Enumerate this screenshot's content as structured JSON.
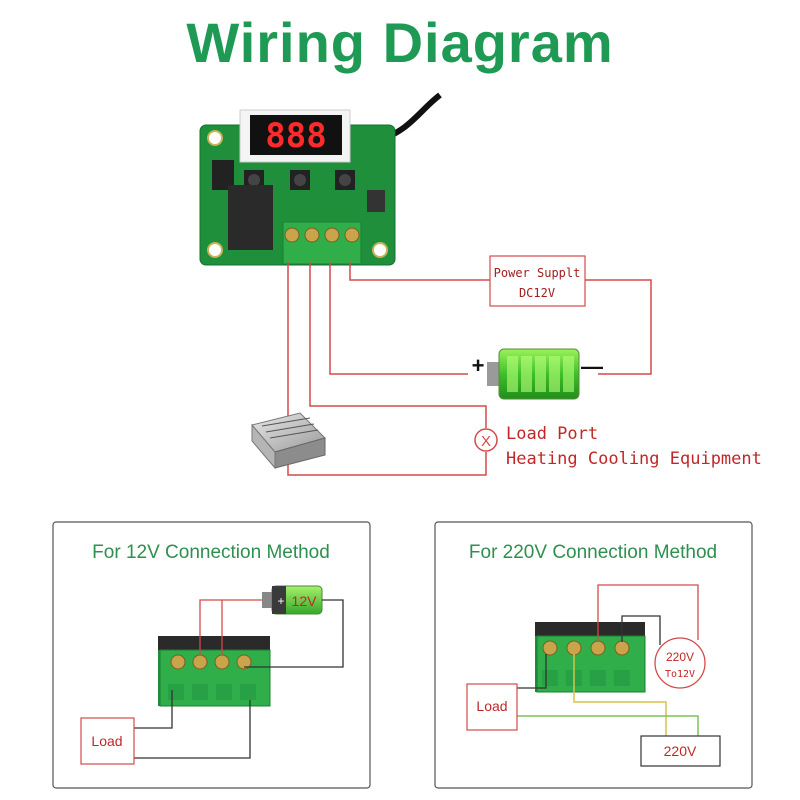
{
  "title": "Wiring Diagram",
  "power_supply": {
    "line1": "Power Supplt",
    "line2": "DC12V"
  },
  "battery": {
    "plus": "+",
    "minus": "—"
  },
  "load_port": {
    "symbol": "X",
    "line1": "Load Port",
    "line2": "Heating Cooling Equipment"
  },
  "panel_12v": {
    "title": "For 12V Connection Method",
    "battery_label": "12V",
    "load_label": "Load"
  },
  "panel_220v": {
    "title": "For 220V Connection Method",
    "converter_line1": "220V",
    "converter_line2": "To12V",
    "load_label": "Load",
    "source_label": "220V"
  },
  "colors": {
    "title_green": "#1e9a55",
    "wire_red": "#d44a4a",
    "pcb_green": "#1f8f3c",
    "terminal_green": "#2fae4a",
    "wire_yellow": "#d8c24a",
    "wire_lightgreen": "#7fc35a"
  }
}
